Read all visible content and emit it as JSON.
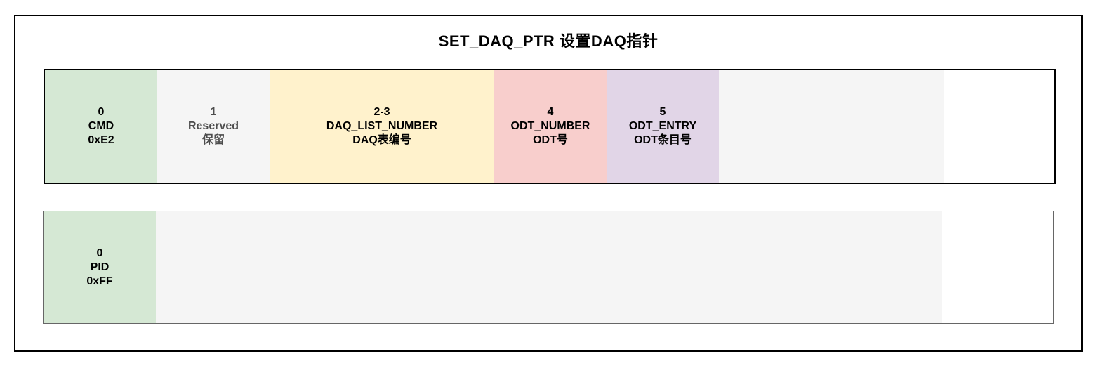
{
  "title": "SET_DAQ_PTR 设置DAQ指针",
  "palette": {
    "cell_green": "#d5e8d4",
    "cell_gray": "#f5f5f5",
    "cell_yellow": "#fff2cc",
    "cell_pink": "#f8cecc",
    "cell_purple": "#e1d5e7",
    "cell_white": "#ffffff",
    "text": "#000000",
    "muted_text": "#4d4d4d",
    "command_row_border": "#000000",
    "response_row_border": "#666666",
    "frame_border": "#000000"
  },
  "command_frame": {
    "cells": [
      {
        "byte": "0",
        "name": "CMD",
        "desc": "0xE2"
      },
      {
        "byte": "1",
        "name": "Reserved",
        "desc": "保留"
      },
      {
        "byte": "2-3",
        "name": "DAQ_LIST_NUMBER",
        "desc": "DAQ表编号"
      },
      {
        "byte": "4",
        "name": "ODT_NUMBER",
        "desc": "ODT号"
      },
      {
        "byte": "5",
        "name": "ODT_ENTRY",
        "desc": "ODT条目号"
      }
    ]
  },
  "response_frame": {
    "cells": [
      {
        "byte": "0",
        "name": "PID",
        "desc": "0xFF"
      }
    ]
  }
}
